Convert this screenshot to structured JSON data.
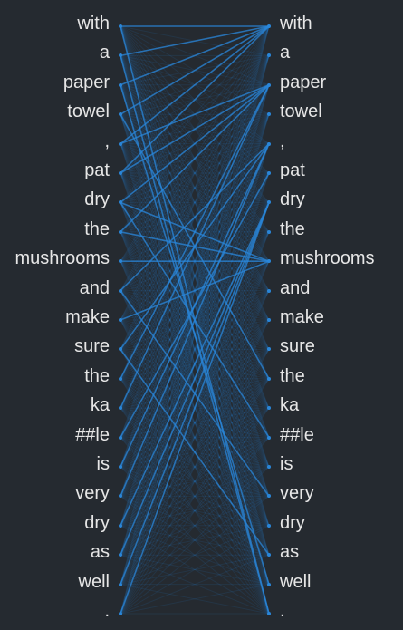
{
  "left_tokens": [
    "with",
    "a",
    "paper",
    "towel",
    ",",
    "pat",
    "dry",
    "the",
    "mushrooms",
    "and",
    "make",
    "sure",
    "the",
    "ka",
    "##le",
    "is",
    "very",
    "dry",
    "as",
    "well",
    "."
  ],
  "right_tokens": [
    "with",
    "a",
    "paper",
    "towel",
    ",",
    "pat",
    "dry",
    "the",
    "mushrooms",
    "and",
    "make",
    "sure",
    "the",
    "ka",
    "##le",
    "is",
    "very",
    "dry",
    "as",
    "well",
    "."
  ],
  "colors": {
    "background": "#252a30",
    "text": "#e6e6e6",
    "line": "#2a86d8"
  },
  "strong_links": [
    [
      0,
      0
    ],
    [
      1,
      0
    ],
    [
      2,
      0
    ],
    [
      3,
      0
    ],
    [
      4,
      0
    ],
    [
      5,
      0
    ],
    [
      4,
      2
    ],
    [
      5,
      2
    ],
    [
      6,
      2
    ],
    [
      7,
      2
    ],
    [
      9,
      4
    ],
    [
      11,
      4
    ],
    [
      6,
      8
    ],
    [
      7,
      8
    ],
    [
      10,
      8
    ],
    [
      8,
      8
    ],
    [
      17,
      6
    ],
    [
      18,
      6
    ],
    [
      19,
      6
    ],
    [
      20,
      6
    ],
    [
      14,
      5
    ],
    [
      15,
      4
    ],
    [
      16,
      4
    ],
    [
      12,
      2
    ],
    [
      13,
      2
    ],
    [
      0,
      20
    ],
    [
      1,
      20
    ],
    [
      2,
      19
    ],
    [
      3,
      12
    ],
    [
      6,
      14
    ],
    [
      11,
      18
    ],
    [
      9,
      16
    ]
  ]
}
